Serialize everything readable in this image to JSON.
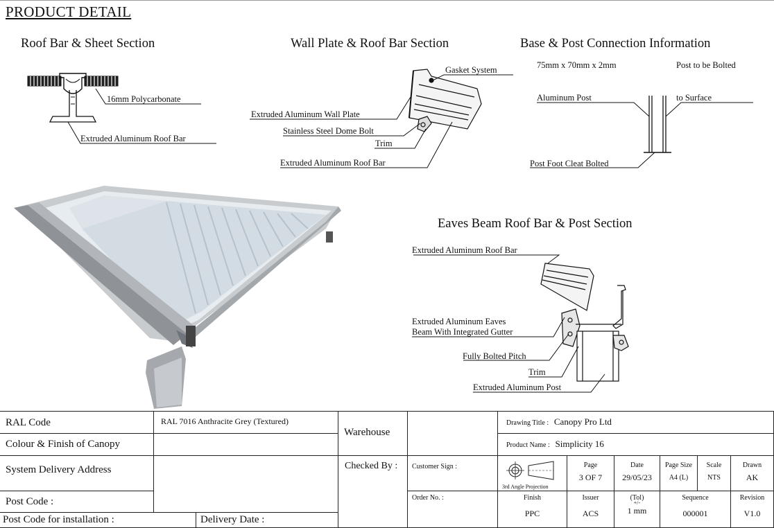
{
  "page_title": "PRODUCT DETAIL",
  "sections": {
    "roof_bar_sheet": {
      "title": "Roof Bar & Sheet Section",
      "labels": [
        "16mm Polycarbonate",
        "Extruded Aluminum Roof Bar"
      ]
    },
    "wall_plate": {
      "title": "Wall Plate & Roof Bar Section",
      "labels": [
        "Gasket System",
        "Extruded Aluminum Wall Plate",
        "Stainless Steel Dome Bolt",
        "Trim",
        "Extruded Aluminum Roof Bar"
      ]
    },
    "base_post": {
      "title": "Base & Post Connection Information",
      "labels": [
        "75mm x 70mm x 2mm",
        "Aluminum Post",
        "Post to be Bolted",
        "to Surface",
        "Post Foot Cleat Bolted"
      ]
    },
    "eaves": {
      "title": "Eaves Beam Roof Bar & Post Section",
      "labels": [
        "Extruded Aluminum Roof Bar",
        "Extruded Aluminum Eaves",
        "Beam With Integrated Gutter",
        "Fully Bolted Pitch",
        "Trim",
        "Extruded Aluminum Post"
      ]
    }
  },
  "title_block": {
    "ral_code_label": "RAL Code",
    "ral_code_value": "RAL 7016 Anthracite Grey (Textured)",
    "colour_label": "Colour & Finish of Canopy",
    "delivery_address_label": "System Delivery Address",
    "post_code_label": "Post Code :",
    "post_code_install_label": "Post Code for installation :",
    "delivery_date_label": "Delivery Date :",
    "warehouse_label": "Warehouse",
    "checked_by_label": "Checked By :",
    "customer_sign_label": "Customer Sign :",
    "order_no_label": "Order No. :",
    "drawing_title_label": "Drawing Title :",
    "drawing_title_value": "Canopy Pro Ltd",
    "product_name_label": "Product Name :",
    "product_name_value": "Simplicity 16",
    "projection_label": "3rd Angle Projection",
    "page_label": "Page",
    "page_value": "3 OF 7",
    "date_label": "Date",
    "date_value": "29/05/23",
    "page_size_label": "Page Size",
    "page_size_value": "A4 (L)",
    "scale_label": "Scale",
    "scale_value": "NTS",
    "drawn_label": "Drawn",
    "drawn_value": "AK",
    "finish_label": "Finish",
    "finish_value": "PPC",
    "issuer_label": "Issuer",
    "issuer_value": "ACS",
    "tol_label": "(Tol)",
    "tol_sub": "+/-",
    "tol_value": "1 mm",
    "sequence_label": "Sequence",
    "sequence_value": "000001",
    "revision_label": "Revision",
    "revision_value": "V1.0"
  }
}
